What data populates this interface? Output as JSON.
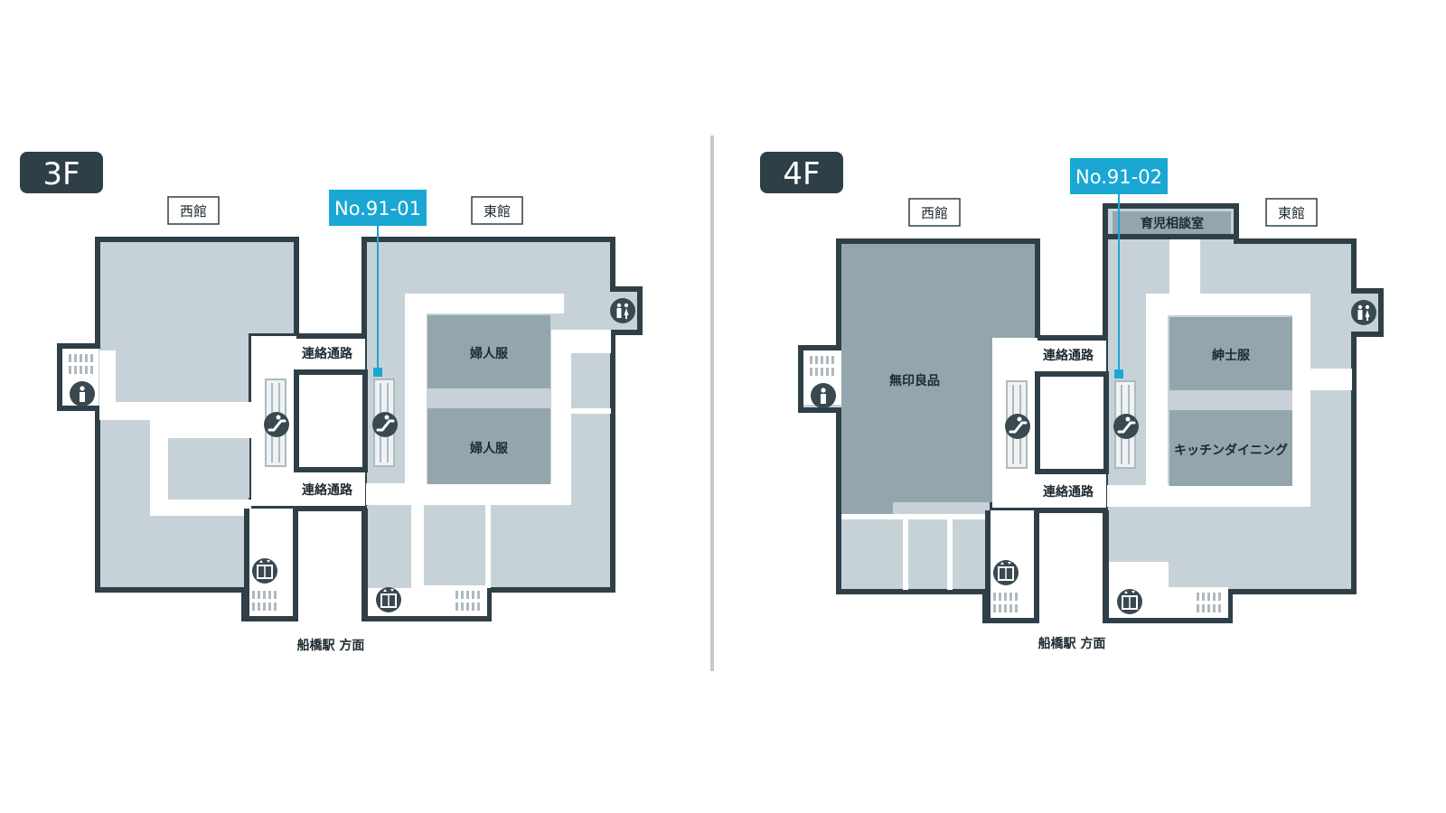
{
  "floors": [
    {
      "floor_label": "3F",
      "marker": "No.91-01",
      "west_building": "西館",
      "east_building": "東館",
      "passage_upper": "連絡通路",
      "passage_lower": "連絡通路",
      "shop_1": "婦人服",
      "shop_2": "婦人服",
      "direction": "船橋駅 方面"
    },
    {
      "floor_label": "4F",
      "marker": "No.91-02",
      "west_building": "西館",
      "east_building": "東館",
      "passage_upper": "連絡通路",
      "passage_lower": "連絡通路",
      "store_west": "無印良品",
      "room_top": "育児相談室",
      "shop_1": "紳士服",
      "shop_2": "キッチンダイニング",
      "direction": "船橋駅 方面"
    }
  ],
  "icons": [
    "restroom-icon",
    "baby-room-icon",
    "escalator-icon",
    "elevator-icon",
    "stairs-icon"
  ],
  "colors": {
    "wall": "#2f3f47",
    "floor_area": "#c7d2d8",
    "shop_area": "#93a6ae",
    "corridor": "#ffffff",
    "marker": "#1aa7d3",
    "floor_badge": "#2f3f47",
    "divider": "#c8c8c8"
  }
}
